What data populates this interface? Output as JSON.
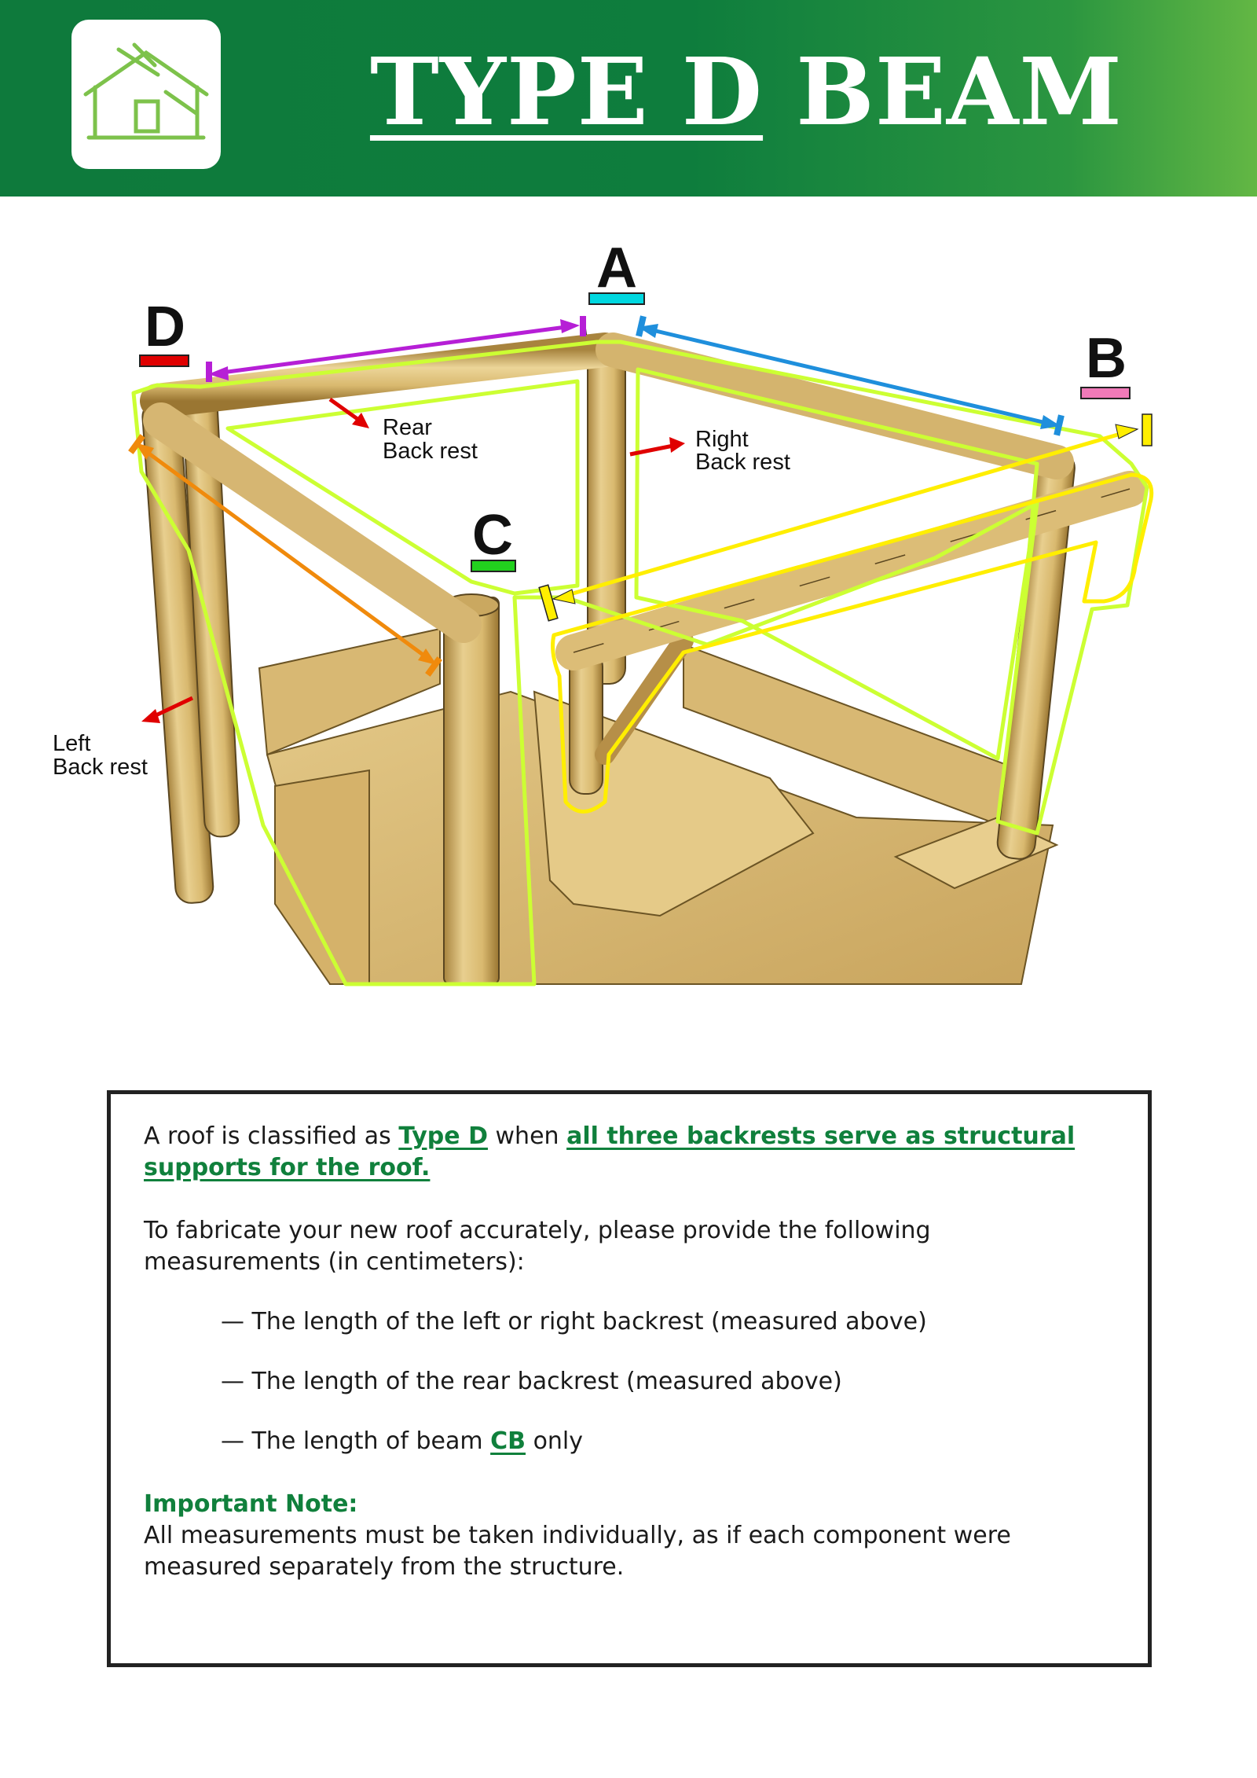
{
  "header": {
    "title_part1": "TYPE D",
    "title_part2": "BEAM",
    "logo_icon": "hut-icon"
  },
  "diagram": {
    "label_a": "A",
    "label_b": "B",
    "label_c": "C",
    "label_d": "D",
    "rear_line1": "Rear",
    "rear_line2": "Back rest",
    "right_line1": "Right",
    "right_line2": "Back rest",
    "left_line1": "Left",
    "left_line2": "Back rest"
  },
  "info": {
    "p1_pre": "A roof is classified as ",
    "p1_type": "Type D",
    "p1_mid": " when ",
    "p1_bold": "all three backrests serve as structural supports for the roof.",
    "p2": "To fabricate your new roof accurately, please provide the following measurements (in centimeters):",
    "dash": "—",
    "b1": "The length of the left or right backrest (measured above)",
    "b2": "The length of the rear backrest (measured above)",
    "b3_pre": "The length of beam ",
    "b3_cb": "CB",
    "b3_post": " only",
    "note_title": "Important Note:",
    "note_text": "All measurements must be taken individually, as if each component were measured separately from the structure."
  },
  "colors": {
    "brand_green": "#0e7a3c",
    "a_marker": "#00d8e0",
    "b_marker": "#f07ab8",
    "c_marker": "#22d11e",
    "d_marker": "#e00000",
    "rear_arrow": "#b61fd6",
    "right_arrow": "#1f8fdc",
    "left_arrow": "#f08a0c",
    "beam_cb": "#ffee00"
  }
}
